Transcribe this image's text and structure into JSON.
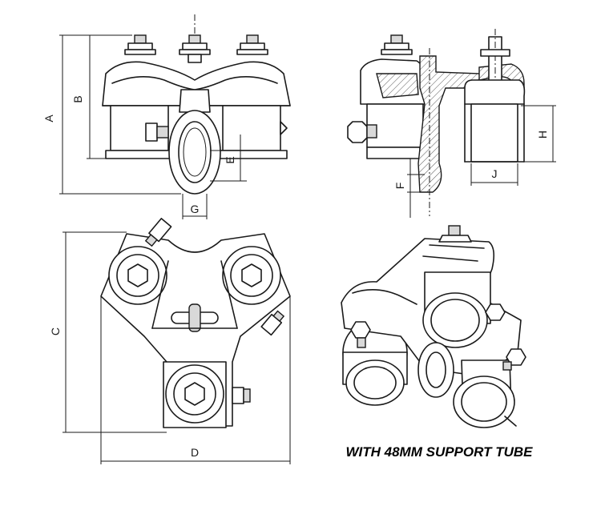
{
  "dimensions": {
    "A": "A",
    "B": "B",
    "C": "C",
    "D": "D",
    "E": "E",
    "F": "F",
    "G": "G",
    "H": "H",
    "J": "J"
  },
  "caption": "WITH 48MM SUPPORT TUBE",
  "icons": {
    "front_view": "clamp-front-view-drawing",
    "side_view": "clamp-side-section-drawing",
    "top_view": "clamp-top-view-drawing",
    "iso_view": "clamp-isometric-drawing"
  }
}
